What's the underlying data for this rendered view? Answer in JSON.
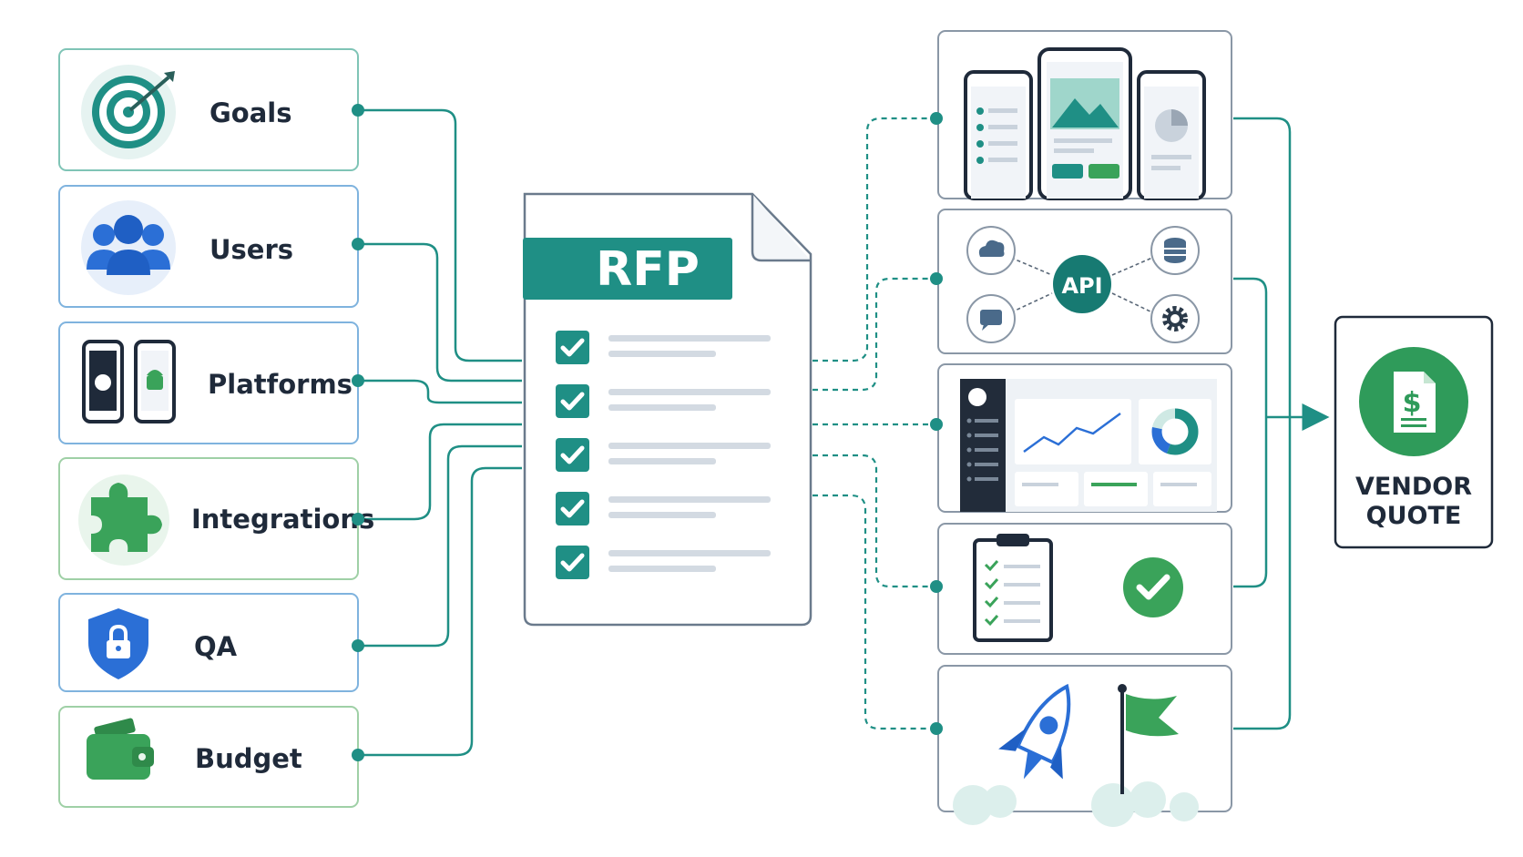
{
  "inputs": [
    {
      "label": "Goals",
      "icon": "target-icon"
    },
    {
      "label": "Users",
      "icon": "users-icon"
    },
    {
      "label": "Platforms",
      "icon": "devices-icon"
    },
    {
      "label": "Integrations",
      "icon": "puzzle-icon"
    },
    {
      "label": "QA",
      "icon": "shield-lock-icon"
    },
    {
      "label": "Budget",
      "icon": "wallet-icon"
    }
  ],
  "document": {
    "title": "RFP",
    "checklist_count": 5
  },
  "api_panel": {
    "hub_label": "API"
  },
  "output": {
    "line1": "VENDOR",
    "line2": "QUOTE",
    "icon": "invoice-dollar-icon",
    "symbol": "$"
  },
  "colors": {
    "teal": "#1f8f85",
    "teal_dark": "#177a72",
    "green": "#3aa35a",
    "blue": "#2b6fd6",
    "navy": "#1f2a3a",
    "border_blue": "#7fb3de",
    "border_green": "#9fd0a6"
  }
}
